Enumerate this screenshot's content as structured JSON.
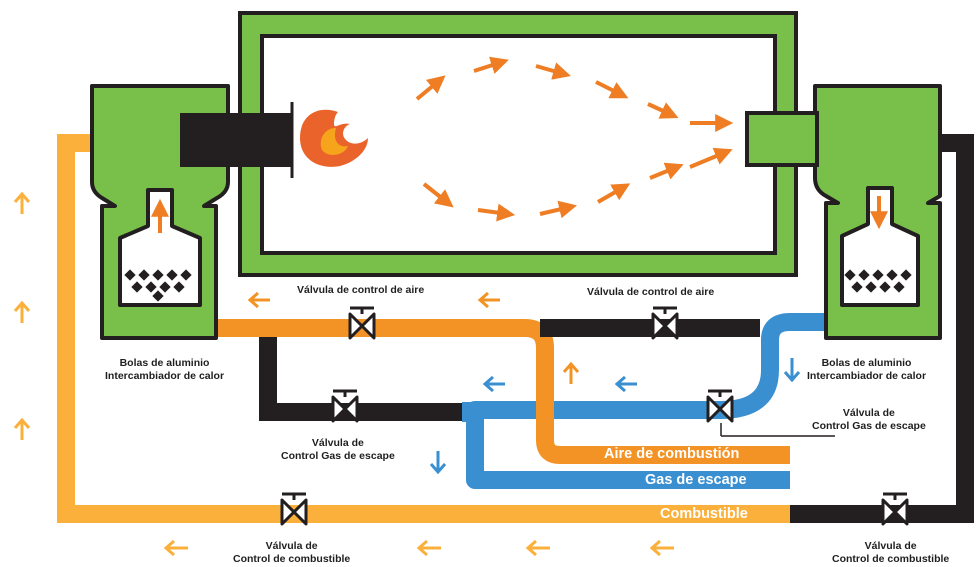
{
  "labels": {
    "valve_air_left": "Válvula  de control de aire",
    "valve_air_right": "Válvula  de control de aire",
    "exchanger_left_1": "Bolas de aluminio",
    "exchanger_left_2": "Intercambiador de calor",
    "exchanger_right_1": "Bolas de aluminio",
    "exchanger_right_2": "Intercambiador de calor",
    "valve_gas_left_1": "Válvula  de",
    "valve_gas_left_2": "Control Gas de escape",
    "valve_gas_right_1": "Válvula  de",
    "valve_gas_right_2": "Control Gas de escape",
    "valve_fuel_left_1": "Válvula  de",
    "valve_fuel_left_2": "Control de combustible",
    "valve_fuel_right_1": "Válvula  de",
    "valve_fuel_right_2": "Control de combustible"
  },
  "legend": {
    "air": "Aire de combustión",
    "gas": "Gas de escape",
    "fuel": "Combustible"
  },
  "colors": {
    "green": "#79c04a",
    "black": "#231f20",
    "air_orange": "#f39325",
    "gas_blue": "#3a8fd0",
    "fuel_yellow": "#fbb03b",
    "flow_arrow": "#ee7d23",
    "flame": "#e9632a"
  },
  "icons": [
    "flame-icon",
    "valve-icon",
    "flow-arrow-icon",
    "aluminum-balls-icon"
  ]
}
